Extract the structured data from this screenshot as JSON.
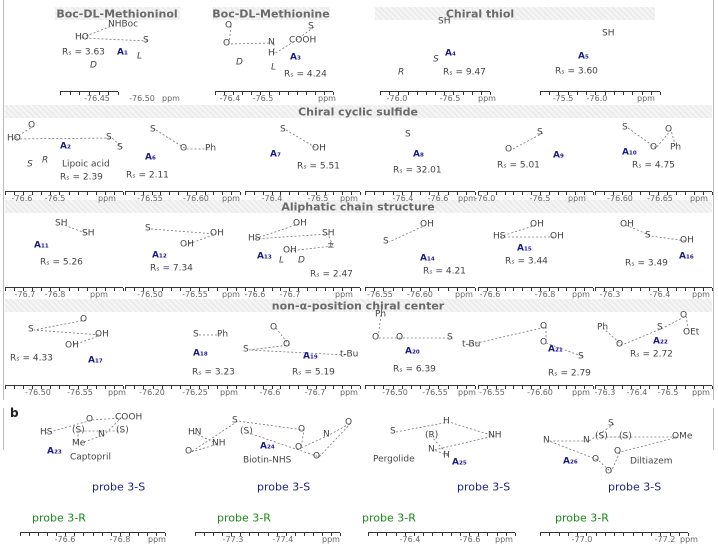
{
  "panel_a": {
    "rows": [
      {
        "titles": [
          "Boc-DL-Methioninol",
          "Boc-DL-Methionine",
          "Chiral thiol"
        ],
        "compounds": [
          {
            "id": "A₁",
            "rz": "Rₛ = 3.63",
            "atoms": [
              "NHBoc",
              "HO",
              "S"
            ],
            "stereo": [
              "L",
              "D"
            ],
            "ticks": [
              "-76.45",
              "-76.50"
            ],
            "unit": "ppm"
          },
          {
            "id": "A₃",
            "rz": "Rₛ = 4.24",
            "atoms": [
              "O",
              "O",
              "N",
              "H",
              "COOH",
              "S"
            ],
            "stereo": [
              "D",
              "L"
            ],
            "ticks": [
              "-76.4",
              "-76.5"
            ],
            "unit": "ppm"
          },
          {
            "id": "A₄",
            "rz": "Rₛ = 9.47",
            "atoms": [
              "SH"
            ],
            "stereo": [
              "R",
              "S"
            ],
            "ticks": [
              "-76.0",
              "-76.5"
            ],
            "unit": "ppm"
          },
          {
            "id": "A₅",
            "rz": "Rₛ = 3.60",
            "atoms": [
              "SH"
            ],
            "stereo": [],
            "ticks": [
              "-75.5",
              "-76.0"
            ],
            "unit": "ppm"
          }
        ]
      },
      {
        "title": "Chiral cyclic sulfide",
        "compounds": [
          {
            "id": "A₂",
            "rz": "Rₛ = 2.39",
            "name": "Lipoic acid",
            "atoms": [
              "O",
              "HO",
              "S",
              "S"
            ],
            "stereo": [
              "S",
              "R"
            ],
            "ticks": [
              "-76.6",
              "-76.5"
            ],
            "unit": "ppm"
          },
          {
            "id": "A₆",
            "rz": "Rₛ = 2.11",
            "atoms": [
              "S",
              "O",
              "Ph"
            ],
            "stereo": [],
            "ticks": [
              "-76.55",
              "-76.60"
            ],
            "unit": "ppm"
          },
          {
            "id": "A₇",
            "rz": "Rₛ = 5.51",
            "atoms": [
              "S",
              "OH"
            ],
            "stereo": [],
            "ticks": [
              "-76.4",
              "-76.5"
            ],
            "unit": "ppm"
          },
          {
            "id": "A₈",
            "rz": "Rₛ = 32.01",
            "atoms": [
              "S"
            ],
            "stereo": [],
            "ticks": [
              "-76.4",
              "-76.6"
            ],
            "unit": "ppm"
          },
          {
            "id": "A₉",
            "rz": "Rₛ = 5.01",
            "atoms": [
              "S",
              "O"
            ],
            "stereo": [],
            "ticks": [
              "-76.0",
              "-76.5"
            ],
            "unit": "ppm"
          },
          {
            "id": "A₁₀",
            "rz": "Rₛ = 4.75",
            "atoms": [
              "S",
              "O",
              "O",
              "Ph"
            ],
            "stereo": [],
            "ticks": [
              "-76.60",
              "-76.65"
            ],
            "unit": "ppm"
          }
        ]
      },
      {
        "title": "Aliphatic chain structure",
        "compounds": [
          {
            "id": "A₁₁",
            "rz": "Rₛ = 5.26",
            "atoms": [
              "SH",
              "SH"
            ],
            "stereo": [],
            "ticks": [
              "-76.7",
              "-76.8"
            ],
            "unit": "ppm"
          },
          {
            "id": "A₁₂",
            "rz": "Rₛ = 7.34",
            "atoms": [
              "S",
              "OH",
              "OH"
            ],
            "stereo": [],
            "ticks": [
              "-76.50",
              "-76.55"
            ],
            "unit": "ppm"
          },
          {
            "id": "A₁₃",
            "rz": "Rₛ = 2.47",
            "atoms": [
              "OH",
              "HS",
              "SH",
              "±",
              "OH"
            ],
            "stereo": [
              "L",
              "D"
            ],
            "ticks": [
              "-76.6",
              "-76.7"
            ],
            "unit": "ppm"
          },
          {
            "id": "A₁₄",
            "rz": "Rₛ = 4.21",
            "atoms": [
              "OH",
              "S"
            ],
            "stereo": [],
            "ticks": [
              "-76.55",
              "-76.60"
            ],
            "unit": "ppm"
          },
          {
            "id": "A₁₅",
            "rz": "Rₛ = 3.44",
            "atoms": [
              "OH",
              "HS",
              "OH"
            ],
            "stereo": [],
            "ticks": [
              "-76.6",
              "-76.8"
            ],
            "unit": "ppm"
          },
          {
            "id": "A₁₆",
            "rz": "Rₛ = 3.49",
            "atoms": [
              "OH",
              "S",
              "OH"
            ],
            "stereo": [],
            "ticks": [
              "-76.3",
              "-76.4"
            ],
            "unit": "ppm"
          }
        ]
      },
      {
        "title": "non-α-position chiral center",
        "compounds": [
          {
            "id": "A₁₇",
            "rz": "Rₛ = 4.33",
            "atoms": [
              "O",
              "S",
              "OH",
              "OH"
            ],
            "stereo": [],
            "ticks": [
              "-76.50",
              "-76.55"
            ],
            "unit": "ppm"
          },
          {
            "id": "A₁₈",
            "rz": "Rₛ = 3.23",
            "atoms": [
              "S",
              "Ph"
            ],
            "stereo": [],
            "ticks": [
              "-76.20",
              "-76.25"
            ],
            "unit": "ppm"
          },
          {
            "id": "A₁₉",
            "rz": "Rₛ = 5.19",
            "atoms": [
              "O",
              "O",
              "S",
              "t-Bu"
            ],
            "stereo": [],
            "ticks": [
              "-76.6",
              "-76.7"
            ],
            "unit": "ppm"
          },
          {
            "id": "A₂₀",
            "rz": "Rₛ = 6.39",
            "atoms": [
              "Ph",
              "O",
              "O",
              "S"
            ],
            "stereo": [],
            "ticks": [
              "-76.50",
              "-76.55"
            ],
            "unit": "ppm"
          },
          {
            "id": "A₂₁",
            "rz": "Rₛ = 2.79",
            "atoms": [
              "t-Bu",
              "O",
              "O",
              "S"
            ],
            "stereo": [],
            "ticks": [
              "-76.55",
              "-76.60"
            ],
            "unit": "ppm"
          },
          {
            "id": "A₂₂",
            "rz": "Rₛ = 2.72",
            "atoms": [
              "Ph",
              "O",
              "S",
              "O",
              "OEt"
            ],
            "stereo": [],
            "ticks": [
              "-76.3",
              "-76.4",
              "-76.5"
            ],
            "unit": "ppm"
          }
        ]
      }
    ]
  },
  "panel_b": {
    "label": "b",
    "probe_s": "probe 3-S",
    "probe_r": "probe 3-R",
    "compounds": [
      {
        "id": "A₂₃",
        "name": "Captopril",
        "atoms": [
          "HS",
          "O",
          "COOH",
          "N",
          "Me",
          "(S)",
          "(S)"
        ],
        "ticks": [
          "-76.6",
          "-76.8"
        ],
        "unit": "ppm"
      },
      {
        "id": "A₂₄",
        "name": "Biotin-NHS",
        "atoms": [
          "HN",
          "NH",
          "O",
          "S",
          "O",
          "O",
          "N",
          "O",
          "O",
          "(S)"
        ],
        "ticks": [
          "-77.3",
          "-77.4"
        ],
        "unit": "ppm"
      },
      {
        "id": "A₂₅",
        "name": "Pergolide",
        "atoms": [
          "S",
          "H",
          "NH",
          "N",
          "H",
          "(R)"
        ],
        "ticks": [
          "-76.4",
          "-76.6"
        ],
        "unit": "ppm"
      },
      {
        "id": "A₂₆",
        "name": "Diltiazem",
        "atoms": [
          "S",
          "N",
          "N",
          "O",
          "O",
          "O",
          "OMe",
          "(S)",
          "(S)"
        ],
        "ticks": [
          "-77.0",
          "-77.2"
        ],
        "unit": "ppm"
      }
    ]
  }
}
